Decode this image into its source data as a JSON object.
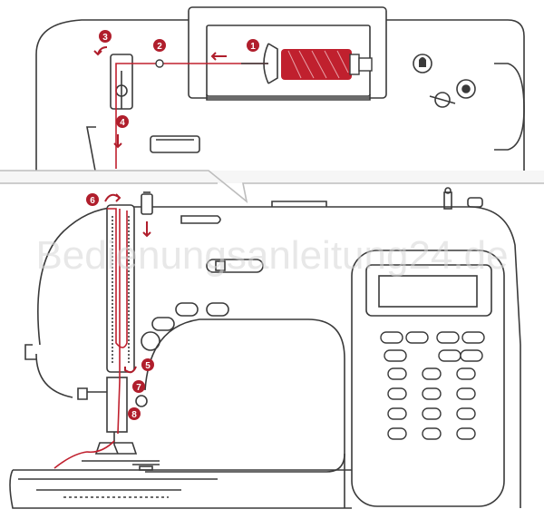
{
  "watermark": "Bedienungsanleitung24.de",
  "colors": {
    "line": "#3a3a3a",
    "thread": "#c0202e",
    "badge": "#b01e2c",
    "panel": "#f6f6f6"
  },
  "steps": [
    {
      "number": "1",
      "arrow": "left"
    },
    {
      "number": "2",
      "arrow": "left"
    },
    {
      "number": "3",
      "arrow": "curve-left"
    },
    {
      "number": "4",
      "arrow": "down"
    },
    {
      "number": "5",
      "arrow": "curve-left"
    },
    {
      "number": "6",
      "arrow": "curve-right"
    },
    {
      "number": "7",
      "arrow": "none"
    },
    {
      "number": "8",
      "arrow": "none"
    }
  ],
  "icons": [
    "spool-icon",
    "thread-guide-icon",
    "take-up-lever-icon",
    "needle-icon",
    "presser-foot-icon",
    "lcd-display-icon",
    "keypad-icon"
  ]
}
